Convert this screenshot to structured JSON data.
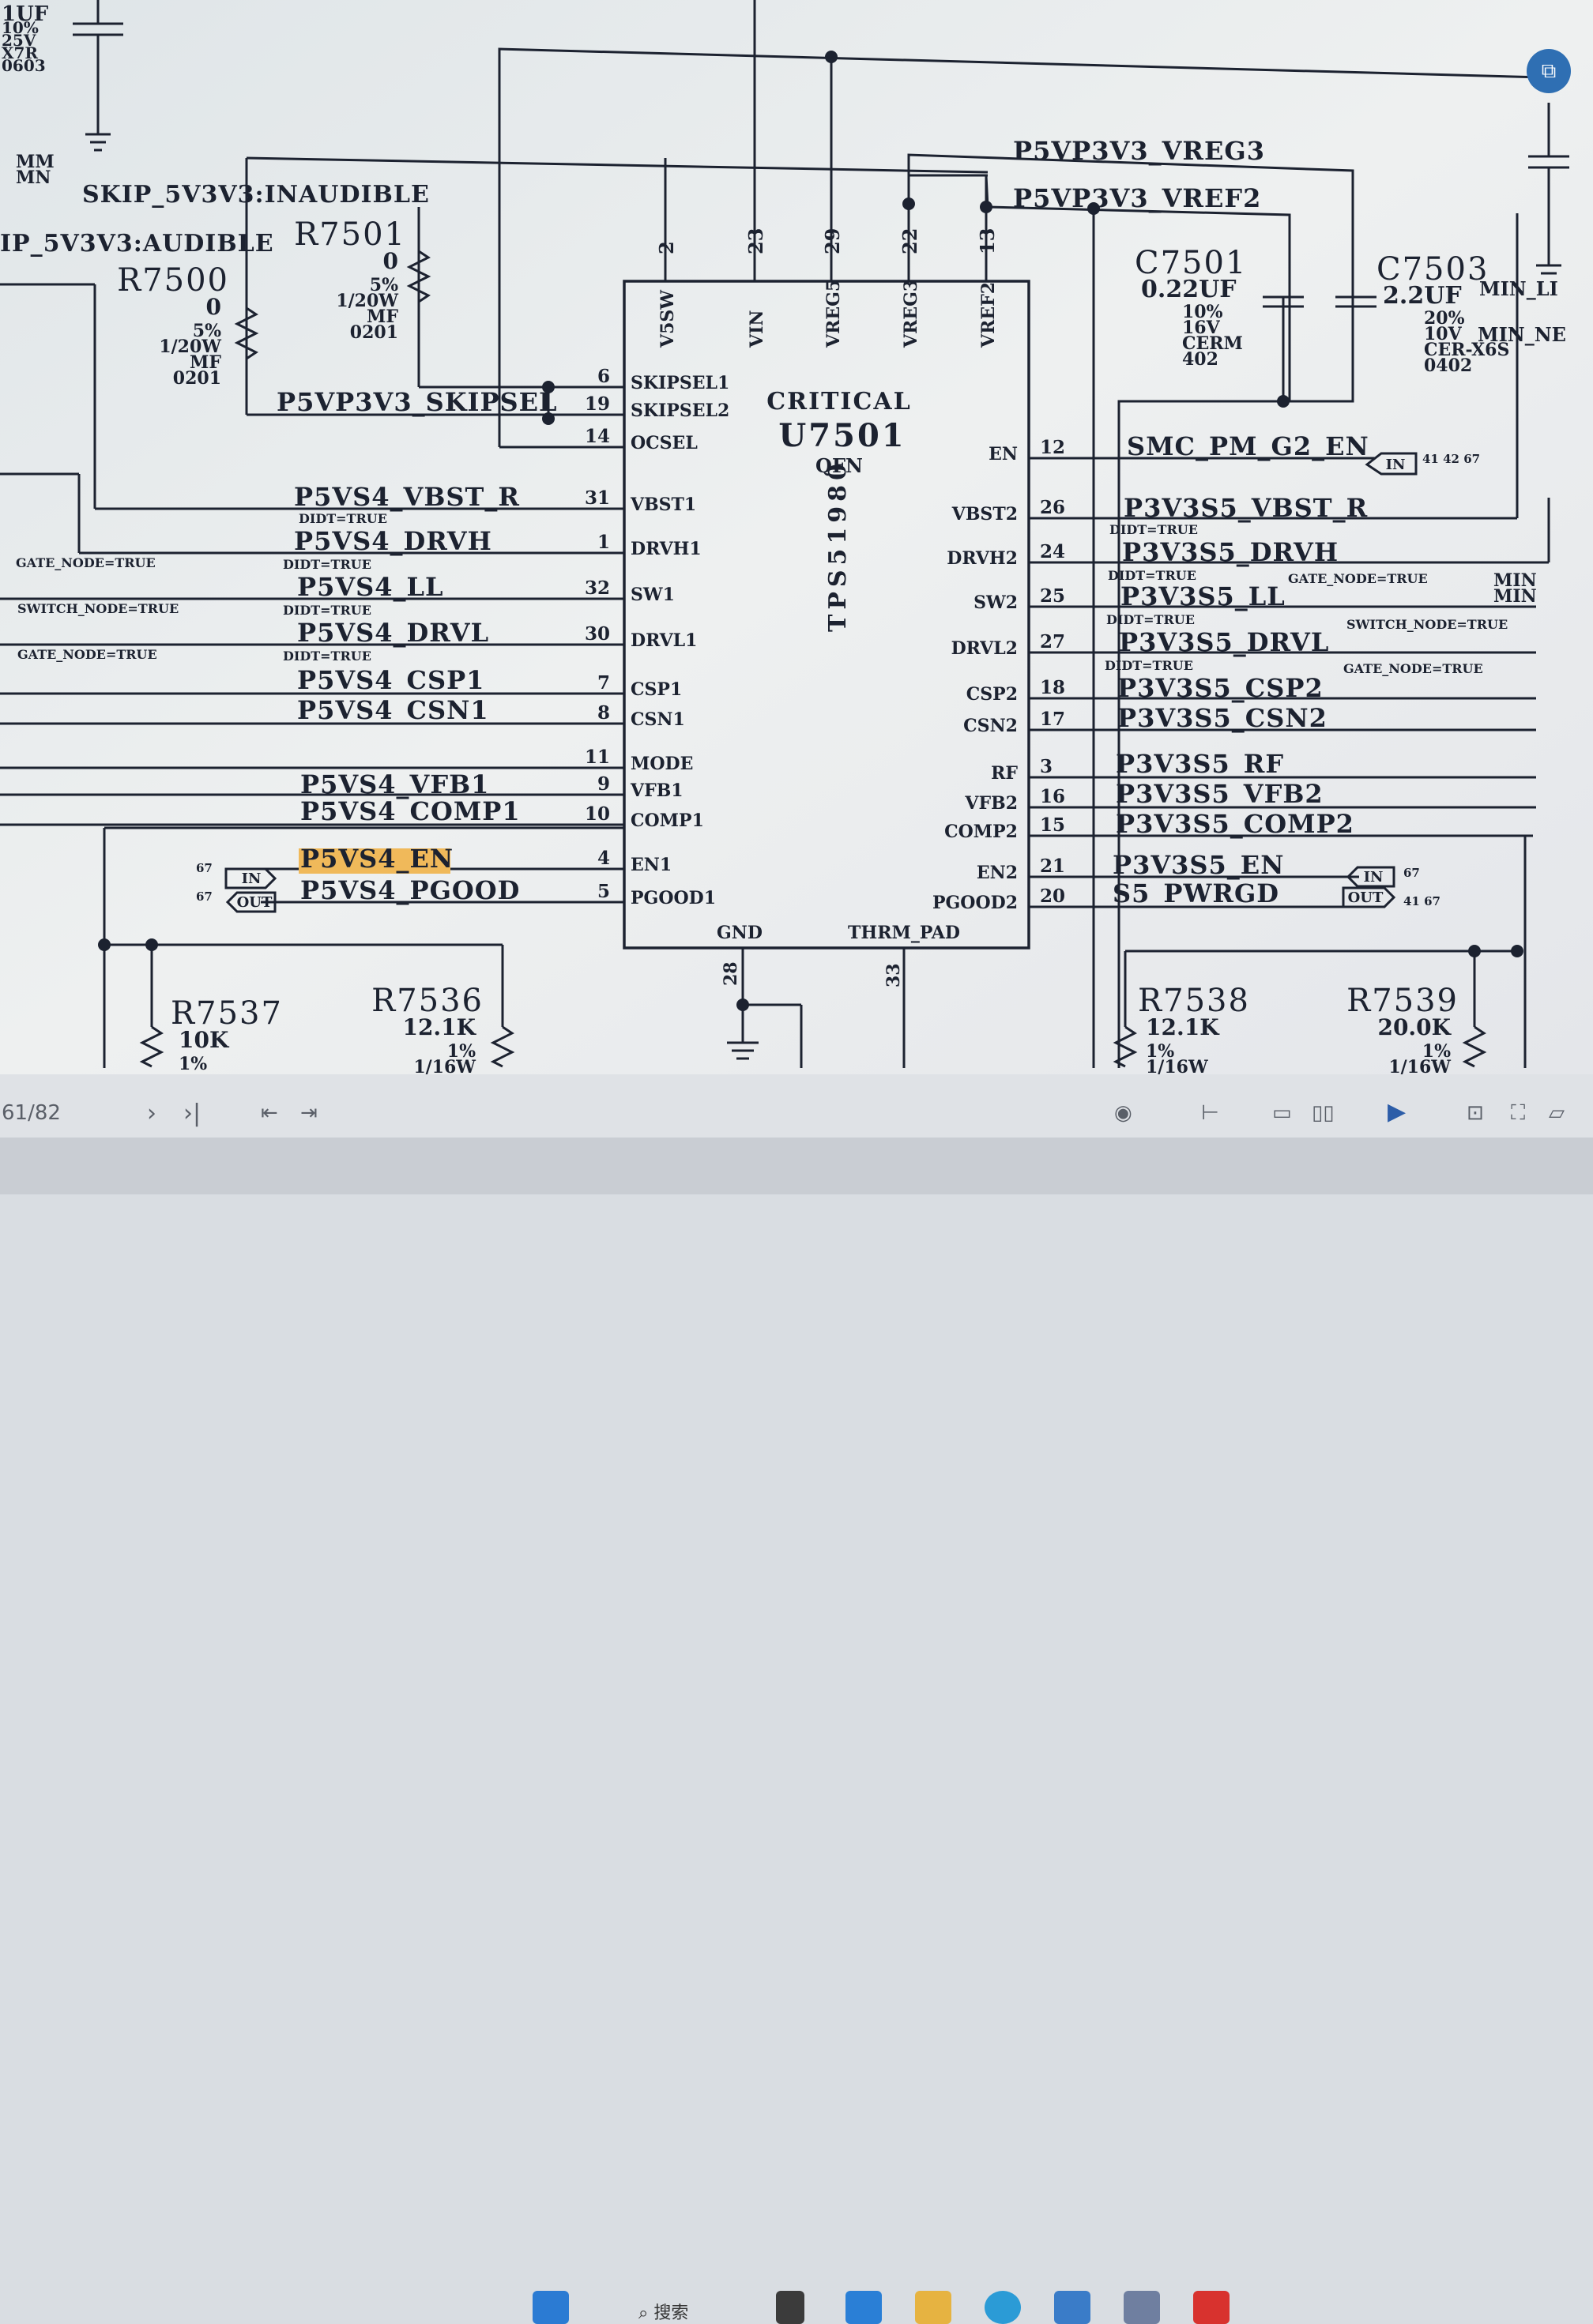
{
  "viewer": {
    "page_indicator": "61/82",
    "search_label": "搜索"
  },
  "schematic": {
    "part": {
      "ref": "U7501",
      "critical": "CRITICAL",
      "package": "QFN",
      "pn": "TPS51980"
    },
    "top_pins": [
      {
        "num": "2",
        "name": "V5SW"
      },
      {
        "num": "23",
        "name": "VIN"
      },
      {
        "num": "29",
        "name": "VREG5"
      },
      {
        "num": "22",
        "name": "VREG3"
      },
      {
        "num": "13",
        "name": "VREF2"
      }
    ],
    "left_pins": [
      {
        "num": "6",
        "name": "SKIPSEL1"
      },
      {
        "num": "19",
        "name": "SKIPSEL2"
      },
      {
        "num": "14",
        "name": "OCSEL"
      },
      {
        "num": "31",
        "name": "VBST1"
      },
      {
        "num": "1",
        "name": "DRVH1"
      },
      {
        "num": "32",
        "name": "SW1"
      },
      {
        "num": "30",
        "name": "DRVL1"
      },
      {
        "num": "7",
        "name": "CSP1"
      },
      {
        "num": "8",
        "name": "CSN1"
      },
      {
        "num": "11",
        "name": "MODE"
      },
      {
        "num": "9",
        "name": "VFB1"
      },
      {
        "num": "10",
        "name": "COMP1"
      },
      {
        "num": "4",
        "name": "EN1"
      },
      {
        "num": "5",
        "name": "PGOOD1"
      }
    ],
    "right_pins": [
      {
        "num": "12",
        "name": "EN"
      },
      {
        "num": "26",
        "name": "VBST2"
      },
      {
        "num": "24",
        "name": "DRVH2"
      },
      {
        "num": "25",
        "name": "SW2"
      },
      {
        "num": "27",
        "name": "DRVL2"
      },
      {
        "num": "18",
        "name": "CSP2"
      },
      {
        "num": "17",
        "name": "CSN2"
      },
      {
        "num": "3",
        "name": "RF"
      },
      {
        "num": "16",
        "name": "VFB2"
      },
      {
        "num": "15",
        "name": "COMP2"
      },
      {
        "num": "21",
        "name": "EN2"
      },
      {
        "num": "20",
        "name": "PGOOD2"
      }
    ],
    "bottom_pins": [
      {
        "num": "28",
        "name": "GND"
      },
      {
        "num": "33",
        "name": "THRM_PAD"
      }
    ],
    "left_nets": [
      "P5VP3V3_SKIPSEL",
      "P5VS4_VBST_R",
      "P5VS4_DRVH",
      "P5VS4_LL",
      "P5VS4_DRVL",
      "P5VS4_CSP1",
      "P5VS4_CSN1",
      "P5VS4_VFB1",
      "P5VS4_COMP1",
      "P5VS4_EN",
      "P5VS4_PGOOD"
    ],
    "right_nets": [
      "SMC_PM_G2_EN",
      "P3V3S5_VBST_R",
      "P3V3S5_DRVH",
      "P3V3S5_LL",
      "P3V3S5_DRVL",
      "P3V3S5_CSP2",
      "P3V3S5_CSN2",
      "P3V3S5_RF",
      "P3V3S5_VFB2",
      "P3V3S5_COMP2",
      "P3V3S5_EN",
      "S5_PWRGD"
    ],
    "top_nets": [
      "P5VP3V3_VREG3",
      "P5VP3V3_VREF2"
    ],
    "skip_labels": [
      "SKIP_5V3V3:INAUDIBLE",
      "IP_5V3V3:AUDIBLE"
    ],
    "attrs": {
      "didt": "DIDT=TRUE",
      "gate": "GATE_NODE=TRUE",
      "switch": "SWITCH_NODE=TRUE"
    },
    "ports": {
      "in": "IN",
      "out": "OUT",
      "smc_refs": "41 42 67",
      "p5vs4_en_ref": "67",
      "p5vs4_pgood_ref": "67",
      "p3v3_en_ref": "67",
      "s5_pwrgd_refs": "41 67"
    },
    "resistors": [
      {
        "ref": "R7501",
        "val": "0",
        "tol": "5%",
        "pwr": "1/20W",
        "type": "MF",
        "pkg": "0201"
      },
      {
        "ref": "R7500",
        "val": "0",
        "tol": "5%",
        "pwr": "1/20W",
        "type": "MF",
        "pkg": "0201"
      },
      {
        "ref": "R7537",
        "val": "10K",
        "tol": "1%"
      },
      {
        "ref": "R7536",
        "val": "12.1K",
        "tol": "1%",
        "pwr": "1/16W"
      },
      {
        "ref": "R7538",
        "val": "12.1K",
        "tol": "1%",
        "pwr": "1/16W"
      },
      {
        "ref": "R7539",
        "val": "20.0K",
        "tol": "1%",
        "pwr": "1/16W"
      }
    ],
    "capacitors": [
      {
        "ref": "C7501",
        "val": "0.22UF",
        "tol": "10%",
        "volt": "16V",
        "type": "CERM",
        "pkg": "402"
      },
      {
        "ref": "C7503",
        "val": "2.2UF",
        "tol": "20%",
        "volt": "10V",
        "type": "CER-X6S",
        "pkg": "0402"
      }
    ],
    "corner_cap": {
      "val": "1UF",
      "tol": "10%",
      "volt": "25V",
      "type": "X7R",
      "pkg": "0603"
    },
    "mm_labels": [
      "MM",
      "MN"
    ],
    "min_labels": [
      "MIN_LI",
      "MIN_NE",
      "MIN",
      "MIN"
    ]
  }
}
